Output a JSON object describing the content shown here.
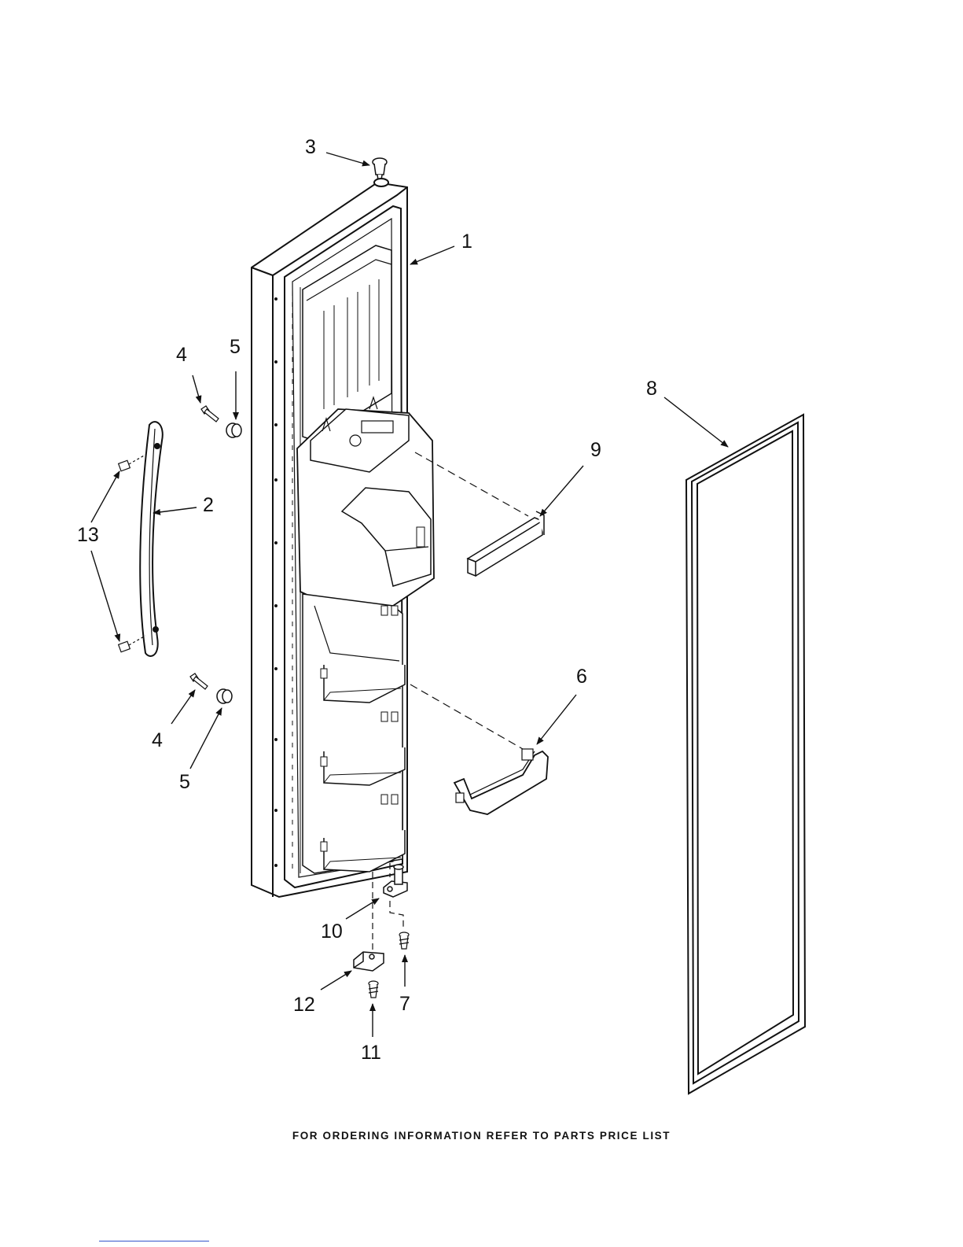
{
  "diagram": {
    "callouts": {
      "c1": "1",
      "c2": "2",
      "c3": "3",
      "c4a": "4",
      "c4b": "4",
      "c5a": "5",
      "c5b": "5",
      "c6": "6",
      "c7": "7",
      "c8": "8",
      "c9": "9",
      "c10": "10",
      "c11": "11",
      "c12": "12",
      "c13": "13"
    },
    "footer": "FOR ORDERING INFORMATION REFER TO PARTS PRICE LIST"
  }
}
